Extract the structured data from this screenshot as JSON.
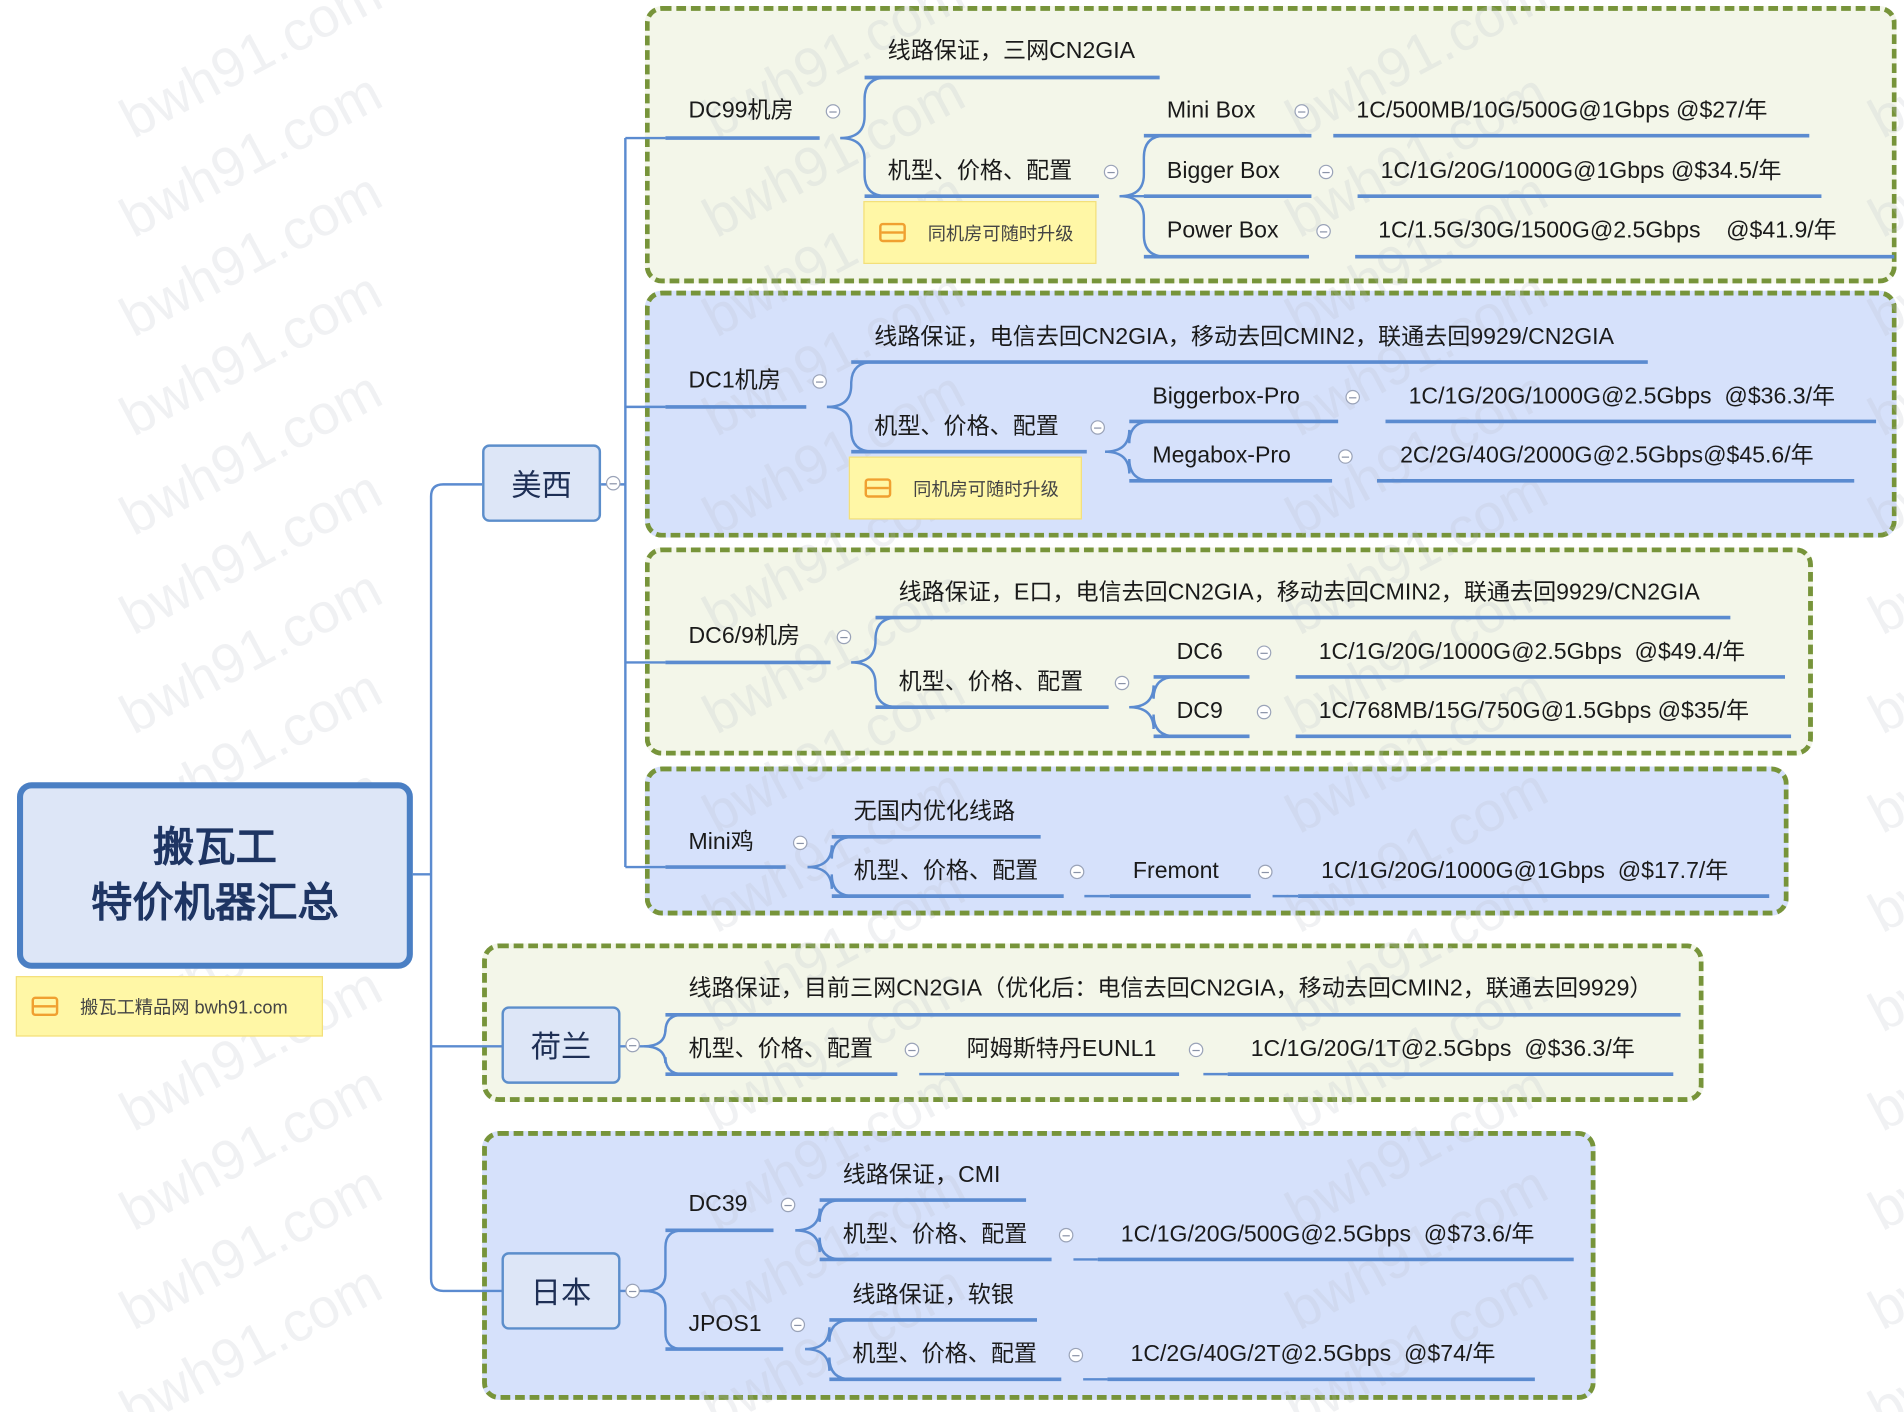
{
  "root": {
    "line1": "搬瓦工",
    "line2": "特价机器汇总"
  },
  "root_note": "搬瓦工精品网 bwh91.com",
  "watermark": "bwh91.com",
  "colors": {
    "line": "#5b8bd0",
    "box_border": "#77943a",
    "green_fill": "#f3f6e9",
    "blue_fill": "#d6e1fb"
  },
  "regions": {
    "us_west": {
      "label": "美西",
      "dc99": {
        "label": "DC99机房",
        "route": "线路保证，三网CN2GIA",
        "models_label": "机型、价格、配置",
        "note": "同机房可随时升级",
        "plans": [
          {
            "name": "Mini Box",
            "spec": "1C/500MB/10G/500G@1Gbps @$27/年"
          },
          {
            "name": "Bigger Box",
            "spec": "1C/1G/20G/1000G@1Gbps @$34.5/年"
          },
          {
            "name": "Power Box",
            "spec": "1C/1.5G/30G/1500G@2.5Gbps    @$41.9/年"
          }
        ]
      },
      "dc1": {
        "label": "DC1机房",
        "route": "线路保证，电信去回CN2GIA，移动去回CMIN2，联通去回9929/CN2GIA",
        "models_label": "机型、价格、配置",
        "note": "同机房可随时升级",
        "plans": [
          {
            "name": "Biggerbox-Pro",
            "spec": "1C/1G/20G/1000G@2.5Gbps  @$36.3/年"
          },
          {
            "name": "Megabox-Pro",
            "spec": "2C/2G/40G/2000G@2.5Gbps@$45.6/年"
          }
        ]
      },
      "dc69": {
        "label": "DC6/9机房",
        "route": "线路保证，E口，电信去回CN2GIA，移动去回CMIN2，联通去回9929/CN2GIA",
        "models_label": "机型、价格、配置",
        "plans": [
          {
            "name": "DC6",
            "spec": "1C/1G/20G/1000G@2.5Gbps  @$49.4/年"
          },
          {
            "name": "DC9",
            "spec": "1C/768MB/15G/750G@1.5Gbps @$35/年"
          }
        ]
      },
      "mini": {
        "label": "Mini鸡",
        "route": "无国内优化线路",
        "models_label": "机型、价格、配置",
        "plans": [
          {
            "name": "Fremont",
            "spec": "1C/1G/20G/1000G@1Gbps  @$17.7/年"
          }
        ]
      }
    },
    "netherlands": {
      "label": "荷兰",
      "route": "线路保证，目前三网CN2GIA（优化后：电信去回CN2GIA，移动去回CMIN2，联通去回9929）",
      "models_label": "机型、价格、配置",
      "plan": {
        "name": "阿姆斯特丹EUNL1",
        "spec": "1C/1G/20G/1T@2.5Gbps  @$36.3/年"
      }
    },
    "japan": {
      "label": "日本",
      "dc39": {
        "label": "DC39",
        "route": "线路保证，CMI",
        "models_label": "机型、价格、配置",
        "spec": "1C/1G/20G/500G@2.5Gbps  @$73.6/年"
      },
      "jpos1": {
        "label": "JPOS1",
        "route": "线路保证，软银",
        "models_label": "机型、价格、配置",
        "spec": "1C/2G/40G/2T@2.5Gbps  @$74/年"
      }
    }
  }
}
